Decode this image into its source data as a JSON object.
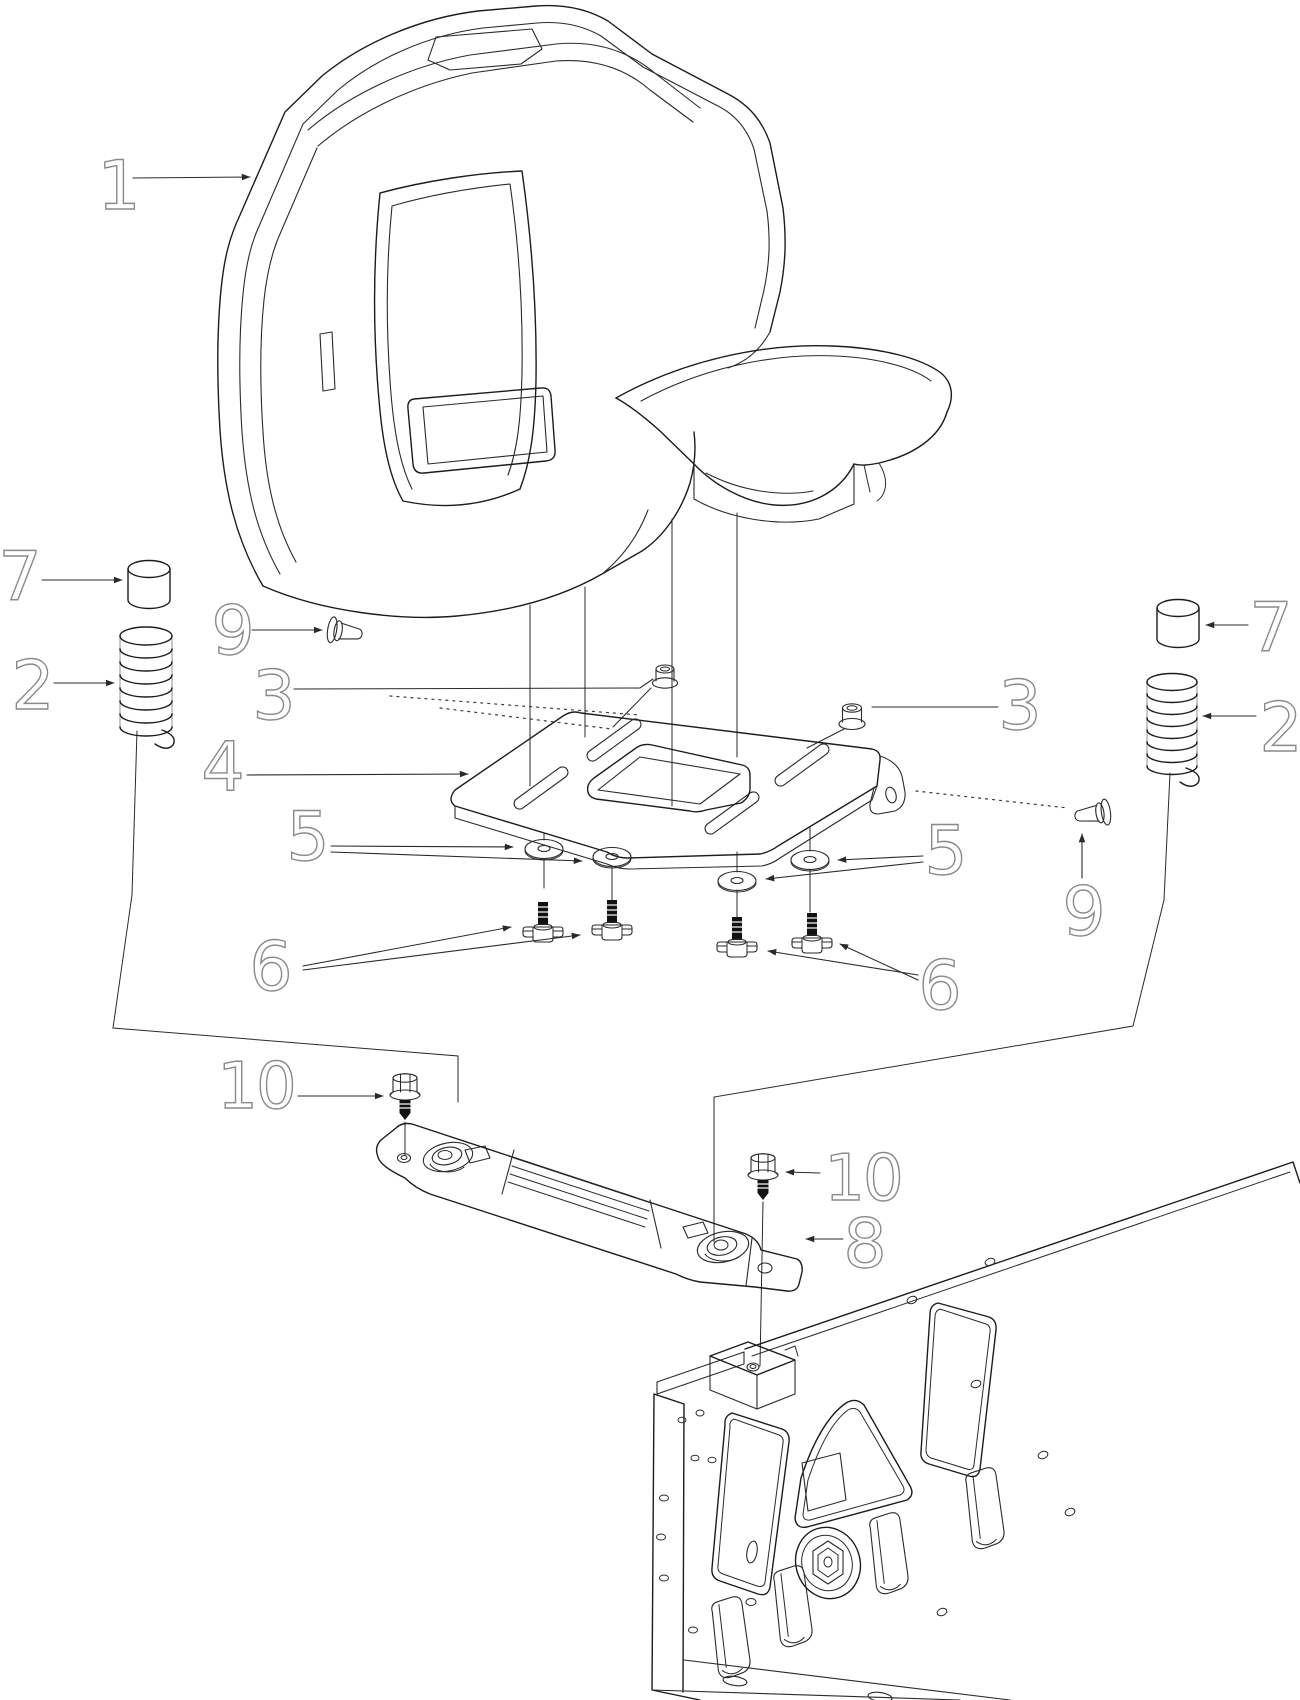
{
  "figure": {
    "background_color": "#ffffff",
    "line_color": "#1c1c1c",
    "label_color": "#8a8a8a"
  },
  "callouts": {
    "c1": {
      "label": "1"
    },
    "c2l": {
      "label": "2"
    },
    "c2r": {
      "label": "2"
    },
    "c3l": {
      "label": "3"
    },
    "c3r": {
      "label": "3"
    },
    "c4": {
      "label": "4"
    },
    "c5l": {
      "label": "5"
    },
    "c5r": {
      "label": "5"
    },
    "c6l": {
      "label": "6"
    },
    "c6r": {
      "label": "6"
    },
    "c7l": {
      "label": "7"
    },
    "c7r": {
      "label": "7"
    },
    "c8": {
      "label": "8"
    },
    "c9l": {
      "label": "9"
    },
    "c9r": {
      "label": "9"
    },
    "c10l": {
      "label": "10"
    },
    "c10r": {
      "label": "10"
    }
  }
}
